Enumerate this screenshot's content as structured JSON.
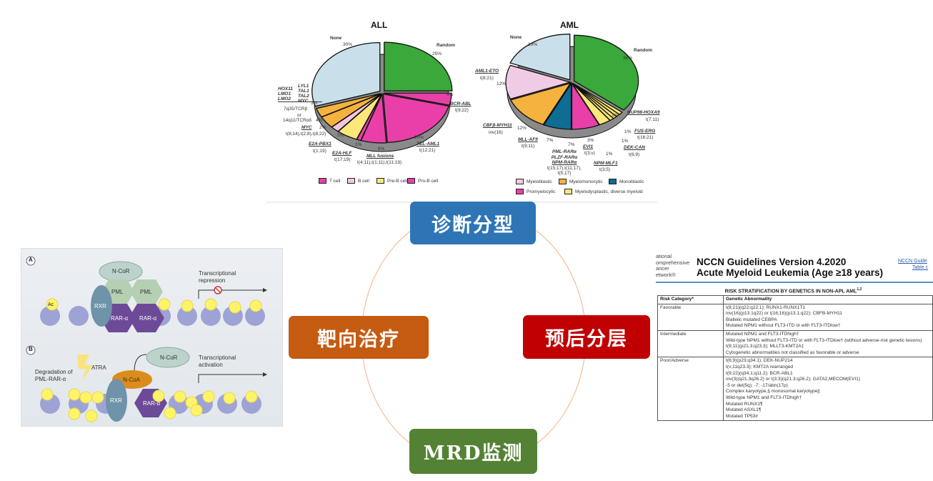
{
  "chart_data": [
    {
      "type": "pie",
      "title": "ALL",
      "slices": [
        {
          "label": "Random",
          "sub": "",
          "value": 25,
          "pct": "25%",
          "color": "#3aa83a"
        },
        {
          "label": "BCR-ABL",
          "sub": "t(9;22)",
          "value": 4,
          "pct": "4%",
          "color": "#e840a8"
        },
        {
          "label": "TEL-AML1",
          "sub": "t(12;21)",
          "value": 20,
          "pct": "20%",
          "color": "#e840a8"
        },
        {
          "label": "MLL fusions",
          "sub": "t(4;11),t(1;11),t(11;19)",
          "value": 6,
          "pct": "6%",
          "color": "#e840a8"
        },
        {
          "label": "E2A-HLF",
          "sub": "t(17;19)",
          "value": 1,
          "pct": "1%",
          "color": "#e840a8"
        },
        {
          "label": "E2A-PBX1",
          "sub": "t(1;19)",
          "value": 5,
          "pct": "5%",
          "color": "#fbe77a"
        },
        {
          "label": "MYC",
          "sub": "t(8;14),t(2;8),t(8;22)",
          "value": 2,
          "pct": "2%",
          "color": "#f3c6e2"
        },
        {
          "label": "14q11/TCRαδ",
          "sub": "",
          "value": 4,
          "pct": "4%",
          "color": "#f6b23e"
        },
        {
          "label": "7q35/TCRβ",
          "sub": "or",
          "value": 3,
          "pct": "3%",
          "color": "#f6b23e"
        },
        {
          "label": "None",
          "sub": "",
          "value": 30,
          "pct": "30%",
          "color": "#c9e0ea"
        }
      ],
      "tcell_genes": [
        "HOX11",
        "LMO1",
        "LMO2",
        "LYL1",
        "TAL1",
        "TAL2",
        "MYC"
      ],
      "legend": [
        {
          "label": "T cell",
          "color": "#e840a8"
        },
        {
          "label": "B cell",
          "color": "#f3c6e2"
        },
        {
          "label": "Pre-B cell",
          "color": "#fbe77a"
        },
        {
          "label": "Pro-B cell",
          "color": "#e840a8"
        }
      ]
    },
    {
      "type": "pie",
      "title": "AML",
      "slices": [
        {
          "label": "Random",
          "sub": "",
          "value": 36,
          "pct": "36%",
          "color": "#3aa83a"
        },
        {
          "label": "NUP98-HOXA9",
          "sub": "t(7;11)",
          "value": 1,
          "pct": "1%",
          "color": "#fbe77a"
        },
        {
          "label": "FUS-ERG",
          "sub": "t(16;21)",
          "value": 1,
          "pct": "1%",
          "color": "#fbe77a"
        },
        {
          "label": "DEK-CAN",
          "sub": "t(6;9)",
          "value": 1,
          "pct": "1%",
          "color": "#fbe77a"
        },
        {
          "label": "NPM-MLF1",
          "sub": "t(3;5)",
          "value": 1,
          "pct": "1%",
          "color": "#fbe77a"
        },
        {
          "label": "EVI1",
          "sub": "t(3;v)",
          "value": 3,
          "pct": "3%",
          "color": "#fbe77a"
        },
        {
          "label": "PML-RARα",
          "sub": "t(15;17),t(11;17),",
          "value": 7,
          "pct": "7%",
          "color": "#e840a8",
          "extra": [
            "PLZF-RARα",
            "NPM-RARα",
            "t(5;17)"
          ]
        },
        {
          "label": "MLL-AF9",
          "sub": "t(9;11)",
          "value": 7,
          "pct": "7%",
          "color": "#0d6d93"
        },
        {
          "label": "CBFβ-MYH11",
          "sub": "inv(16)",
          "value": 12,
          "pct": "12%",
          "color": "#f6b23e"
        },
        {
          "label": "AML1-ETO",
          "sub": "t(8;21)",
          "value": 12,
          "pct": "12%",
          "color": "#f0cbe6"
        },
        {
          "label": "None",
          "sub": "",
          "value": 19,
          "pct": "19%",
          "color": "#c9e0ea"
        }
      ],
      "legend": [
        {
          "label": "Myeloblastic",
          "color": "#f0cbe6"
        },
        {
          "label": "Myelomonocytic",
          "color": "#f6b23e"
        },
        {
          "label": "Monoblastic",
          "color": "#0d6d93"
        },
        {
          "label": "Promyelocytic",
          "color": "#e840a8"
        },
        {
          "label": "Myelodysplastic, diverse myeloid",
          "color": "#fbe77a"
        }
      ]
    }
  ],
  "cycle": {
    "top": {
      "label": "诊断分型",
      "color": "#2e75b6"
    },
    "right": {
      "label": "预后分层",
      "color": "#c00000"
    },
    "bottom": {
      "label": "MRD监测",
      "color": "#548235"
    },
    "left": {
      "label": "靶向治疗",
      "color": "#c55a11"
    },
    "ring_color": "#f4b183"
  },
  "atra": {
    "panel_a": "A",
    "panel_b": "B",
    "ncor": "N-CoR",
    "pml": "PML",
    "rxr": "RXR",
    "rara": "RAR-α",
    "ac": "Ac",
    "ncoa": "N-CoA",
    "atra": "ATRA",
    "repression": [
      "Transcriptional",
      "repression"
    ],
    "activation": [
      "Transcriptional",
      "activation"
    ],
    "degradation": [
      "Degradation of",
      "PML-RAR-α"
    ]
  },
  "nccn": {
    "org": [
      "ational",
      "omprehensive",
      "ancer",
      "etwork®"
    ],
    "title1": "NCCN Guidelines Version 4.2020",
    "title2": "Acute Myeloid Leukemia (Age ≥18 years)",
    "link1": "NCCN Guide",
    "link2": "Table c",
    "table_title": "RISK STRATIFICATION BY GENETICS IN NON-APL AML",
    "table_title_sup": "1,2",
    "headers": [
      "Risk Category*",
      "Genetic Abnormality"
    ],
    "rows": [
      {
        "category": "Favorable",
        "items": [
          "t(8;21)(q22;q22.1); RUNX1-RUNX1T1",
          "inv(16)(p13.1q22) or t(16;16)(p13.1;q22); CBFB-MYH11",
          "Biallelic mutated CEBPA",
          "Mutated NPM1 without FLT3-ITD or with FLT3-ITDlow†"
        ]
      },
      {
        "category": "Intermediate",
        "items": [
          "Mutated NPM1 and FLT3-ITDhigh†",
          "Wild-type NPM1 without FLT3-ITD or with FLT3-ITDlow† (without adverse-risk genetic lesions)",
          "t(9;11)(p21.3;q23.3); MLLT3-KMT2A‡",
          "Cytogenetic abnormalities not classified as favorable or adverse"
        ]
      },
      {
        "category": "Poor/Adverse",
        "items": [
          "t(6;9)(p23;q34.1); DEK-NUP214",
          "t(v;11q23.3); KMT2A rearranged",
          "t(9;22)(q34.1;q11.2); BCR-ABL1",
          "inv(3)(q21.3q26.2) or t(3;3)(q21.3;q26.2); GATA2,MECOM(EVI1)",
          "-5 or del(5q); -7; -17/abn(17p)",
          "Complex karyotype,§ monosomal karyotype||",
          "Wild-type NPM1 and FLT3-ITDhigh†",
          "Mutated RUNX1¶",
          "Mutated ASXL1¶",
          "Mutated TP53#"
        ]
      }
    ]
  }
}
